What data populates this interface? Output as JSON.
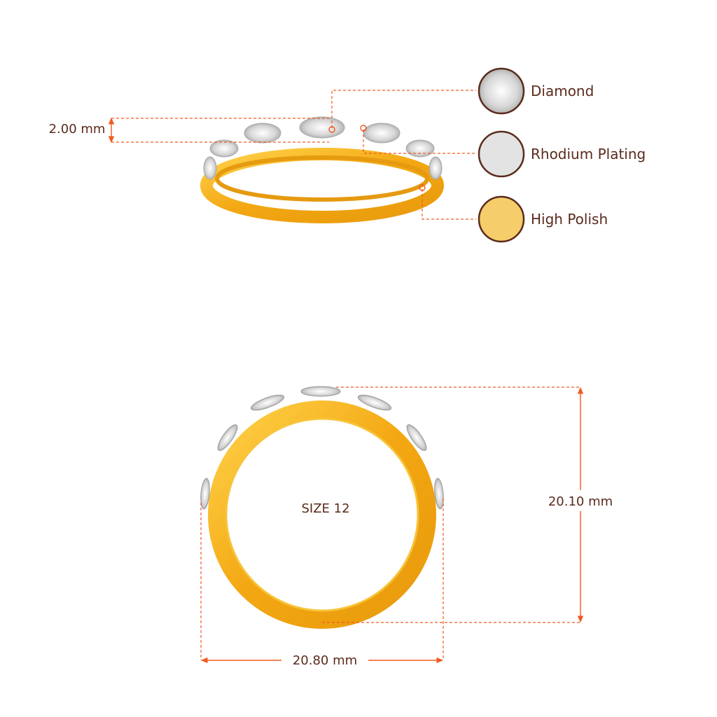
{
  "legend": [
    {
      "label": "Diamond",
      "color": "#e8e8e8",
      "icon": "diamond-swatch-icon"
    },
    {
      "label": "Rhodium Plating",
      "color": "#e3e3e3",
      "icon": "rhodium-swatch-icon"
    },
    {
      "label": "High Polish",
      "color": "#f5cd6a",
      "icon": "gold-swatch-icon"
    }
  ],
  "dimensions": {
    "band_height": "2.00 mm",
    "ring_height": "20.10 mm",
    "ring_width": "20.80 mm",
    "size_label": "SIZE 12"
  },
  "colors": {
    "accent": "#f05a1e",
    "text": "#5a2b1c",
    "gold": "#f2b01e",
    "outline": "#5a2b1c"
  }
}
